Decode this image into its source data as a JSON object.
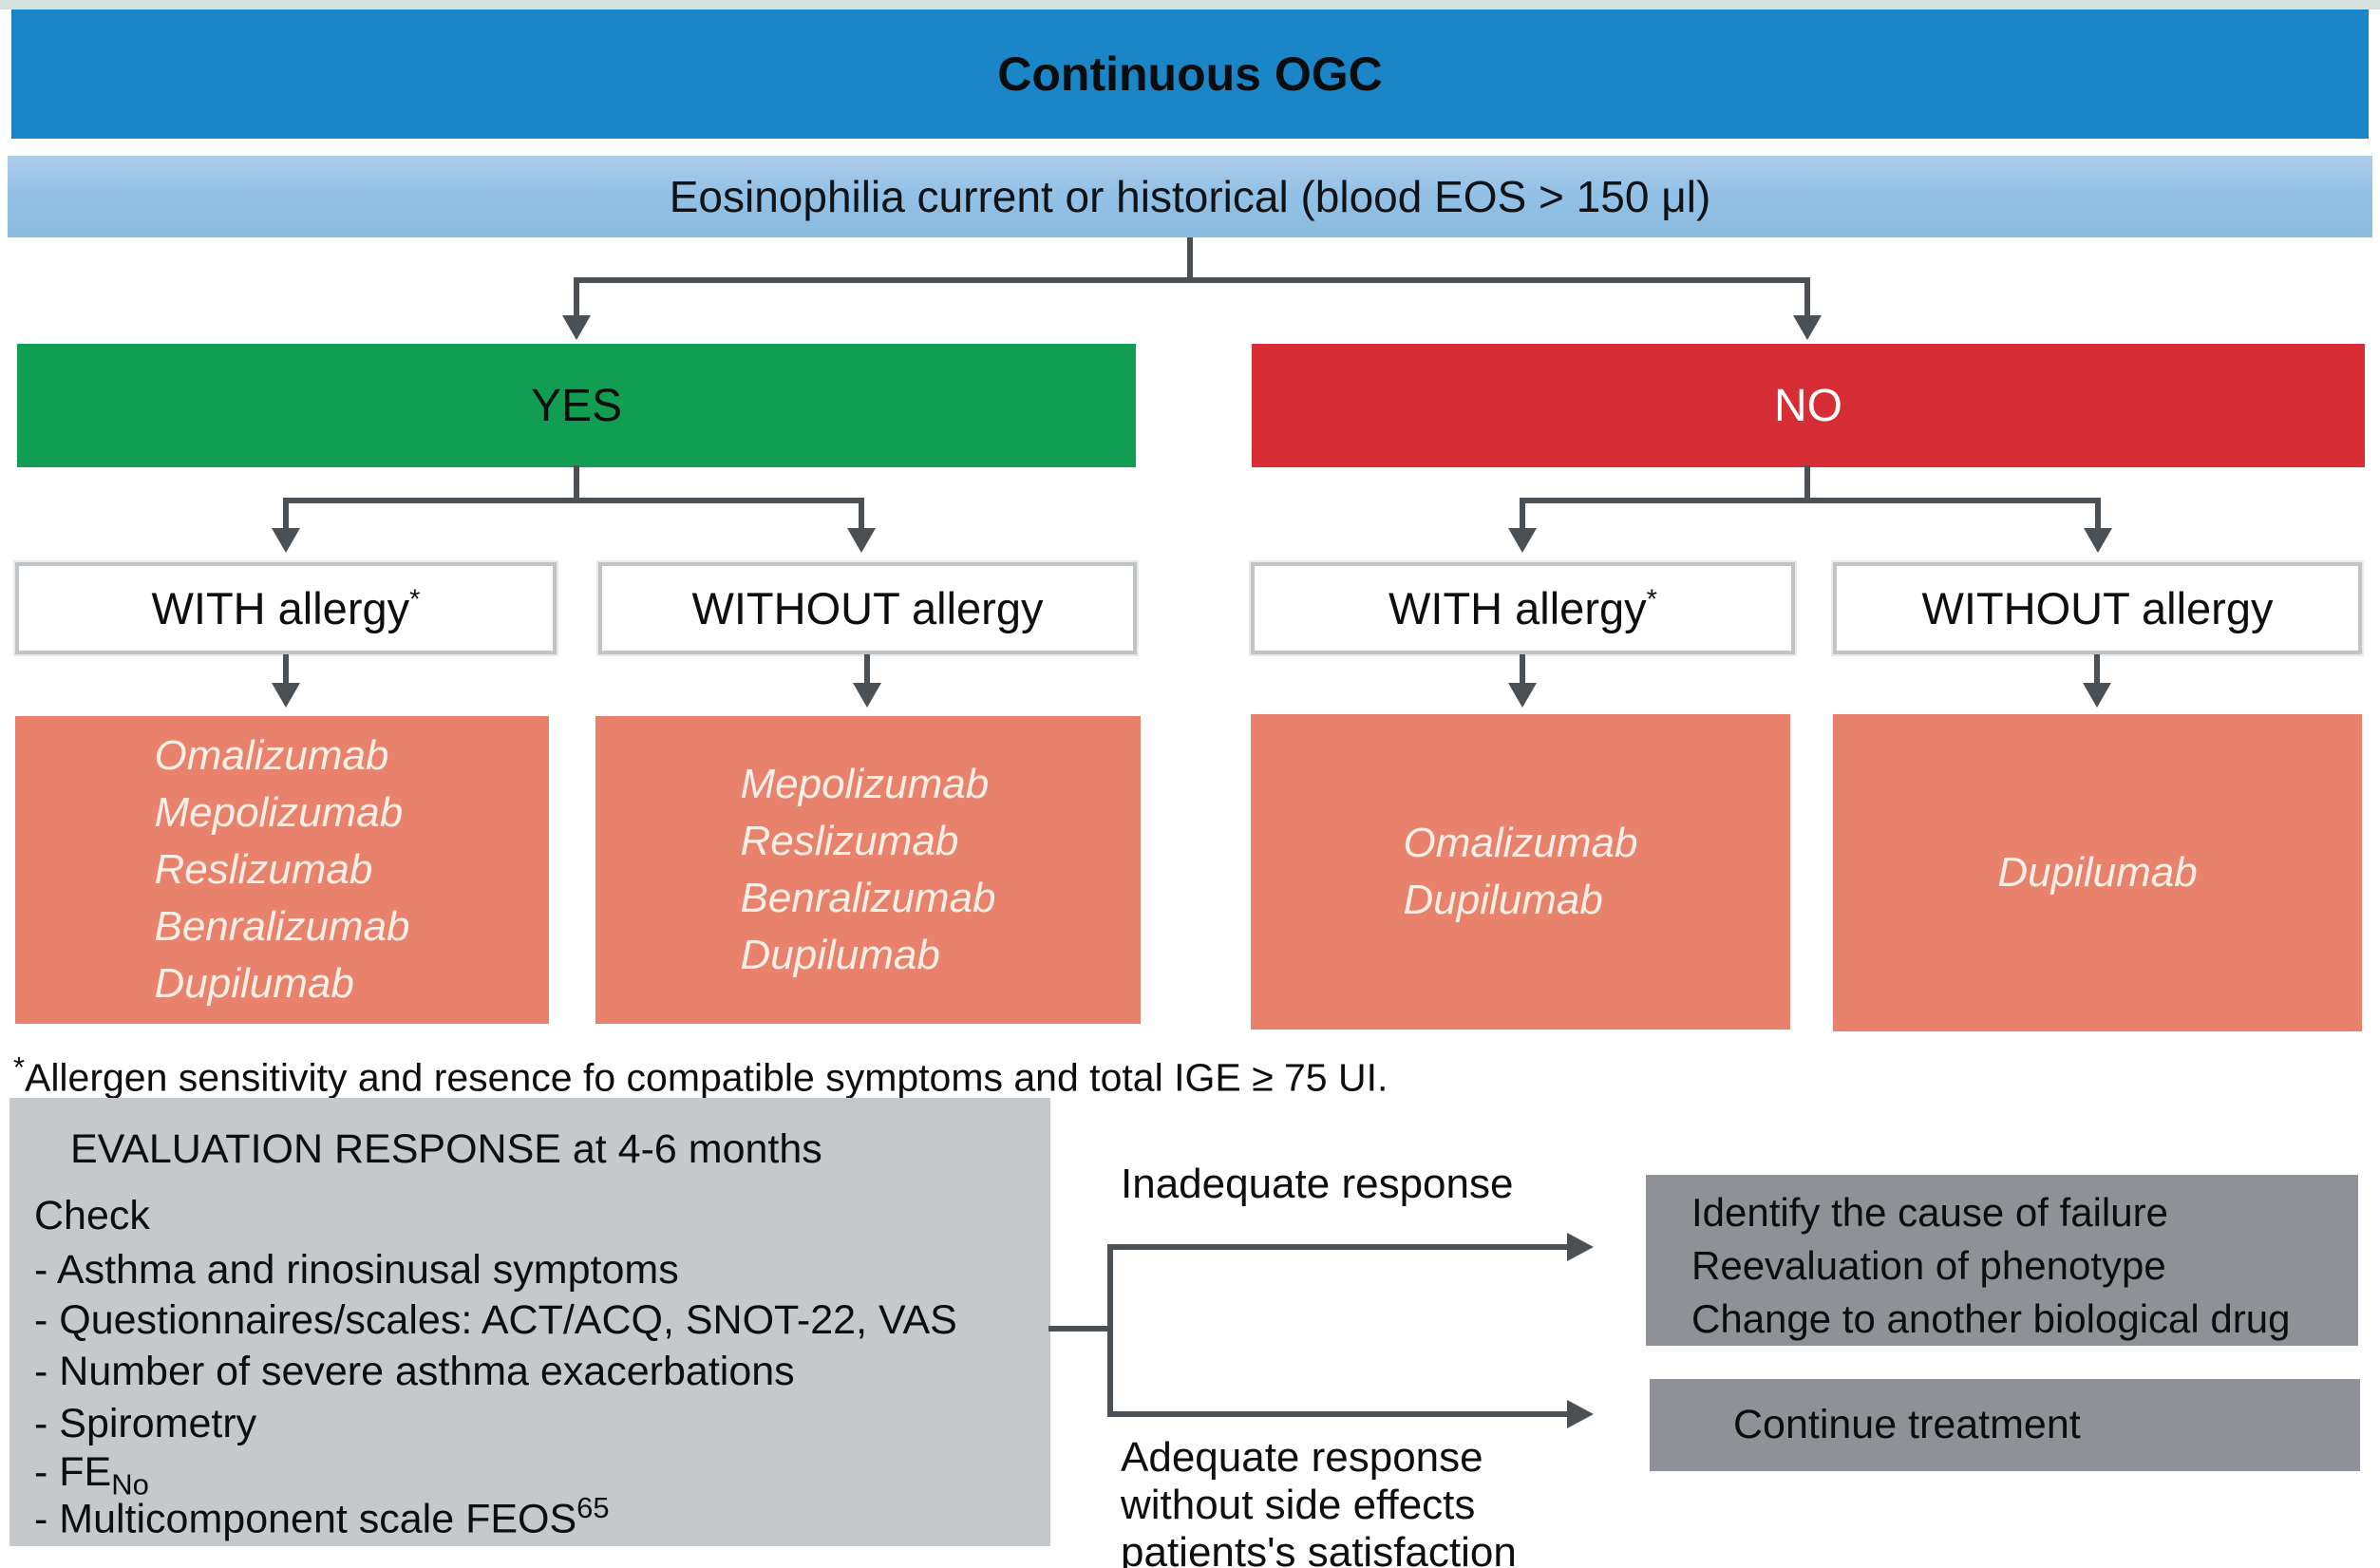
{
  "palette": {
    "header_blue": "#1a86c8",
    "subheader_blue": "#93c1e7",
    "yes_green": "#129e52",
    "no_red": "#d62e34",
    "drug_salmon": "#e8826c",
    "drug_text": "#f8f0e6",
    "eval_gray": "#c5c9cb",
    "outcome_gray": "#8e9296",
    "arrow_gray": "#4b5054",
    "label_border": "#c0c4c6",
    "text_black": "#0e0f10",
    "no_text": "#ffffff"
  },
  "header": {
    "title": "Continuous OGC"
  },
  "criterion": {
    "label": "Eosinophilia current or historical (blood EOS > 150 μl)"
  },
  "branches": {
    "yes_label": "YES",
    "no_label": "NO"
  },
  "allergy_nodes": [
    {
      "label": "WITH allergy",
      "marker": "*"
    },
    {
      "label": "WITHOUT allergy",
      "marker": ""
    },
    {
      "label": "WITH allergy",
      "marker": "*"
    },
    {
      "label": "WITHOUT allergy",
      "marker": ""
    }
  ],
  "drug_boxes": [
    {
      "drugs": [
        "Omalizumab",
        "Mepolizumab",
        "Reslizumab",
        "Benralizumab",
        "Dupilumab"
      ]
    },
    {
      "drugs": [
        "Mepolizumab",
        "Reslizumab",
        "Benralizumab",
        "Dupilumab"
      ]
    },
    {
      "drugs": [
        "Omalizumab",
        "Dupilumab"
      ]
    },
    {
      "drugs": [
        "Dupilumab"
      ]
    }
  ],
  "footnote": {
    "marker": "*",
    "text": "Allergen sensitivity and resence fo compatible symptoms and total IGE ≥ 75 UI."
  },
  "evaluation": {
    "title": "EVALUATION RESPONSE at 4-6 months",
    "check_label": "Check",
    "items": [
      "- Asthma and rinosinusal symptoms",
      "- Questionnaires/scales: ACT/ACQ, SNOT-22, VAS",
      "- Number of severe asthma exacerbations",
      "- Spirometry"
    ],
    "feno": {
      "prefix": "- FE",
      "subscript": "No"
    },
    "feos": {
      "prefix": "- Multicomponent scale FEOS",
      "superscript": "65"
    }
  },
  "responses": {
    "inadequate": {
      "label": "Inadequate response",
      "outcome_lines": [
        "Identify the cause of failure",
        "Reevaluation of phenotype",
        "Change to another biological drug"
      ]
    },
    "adequate": {
      "label_lines": [
        "Adequate response",
        "without side effects",
        "patients's satisfaction"
      ],
      "outcome": "Continue treatment"
    }
  }
}
